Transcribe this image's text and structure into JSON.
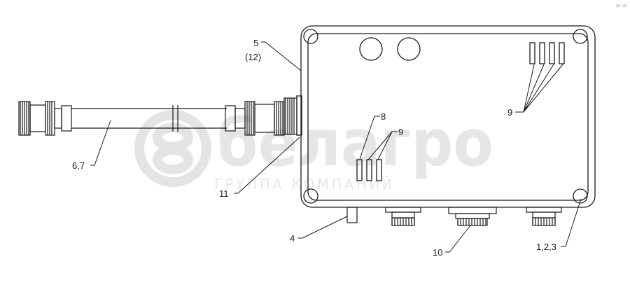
{
  "colors": {
    "line": "#1a1a1a",
    "watermark": "#e4e4e4",
    "background": "#ffffff"
  },
  "watermark": {
    "brand": "белагро",
    "tagline": "ГРУППА КОМПАНИЙ"
  },
  "corner_code": "АК ·09",
  "callouts": {
    "c5": "5",
    "c12": "(12)",
    "c67": "6,7",
    "c11": "11",
    "c8": "8",
    "c9a": "9",
    "c9b": "9",
    "c4": "4",
    "c10": "10",
    "c123": "1,2,3"
  }
}
